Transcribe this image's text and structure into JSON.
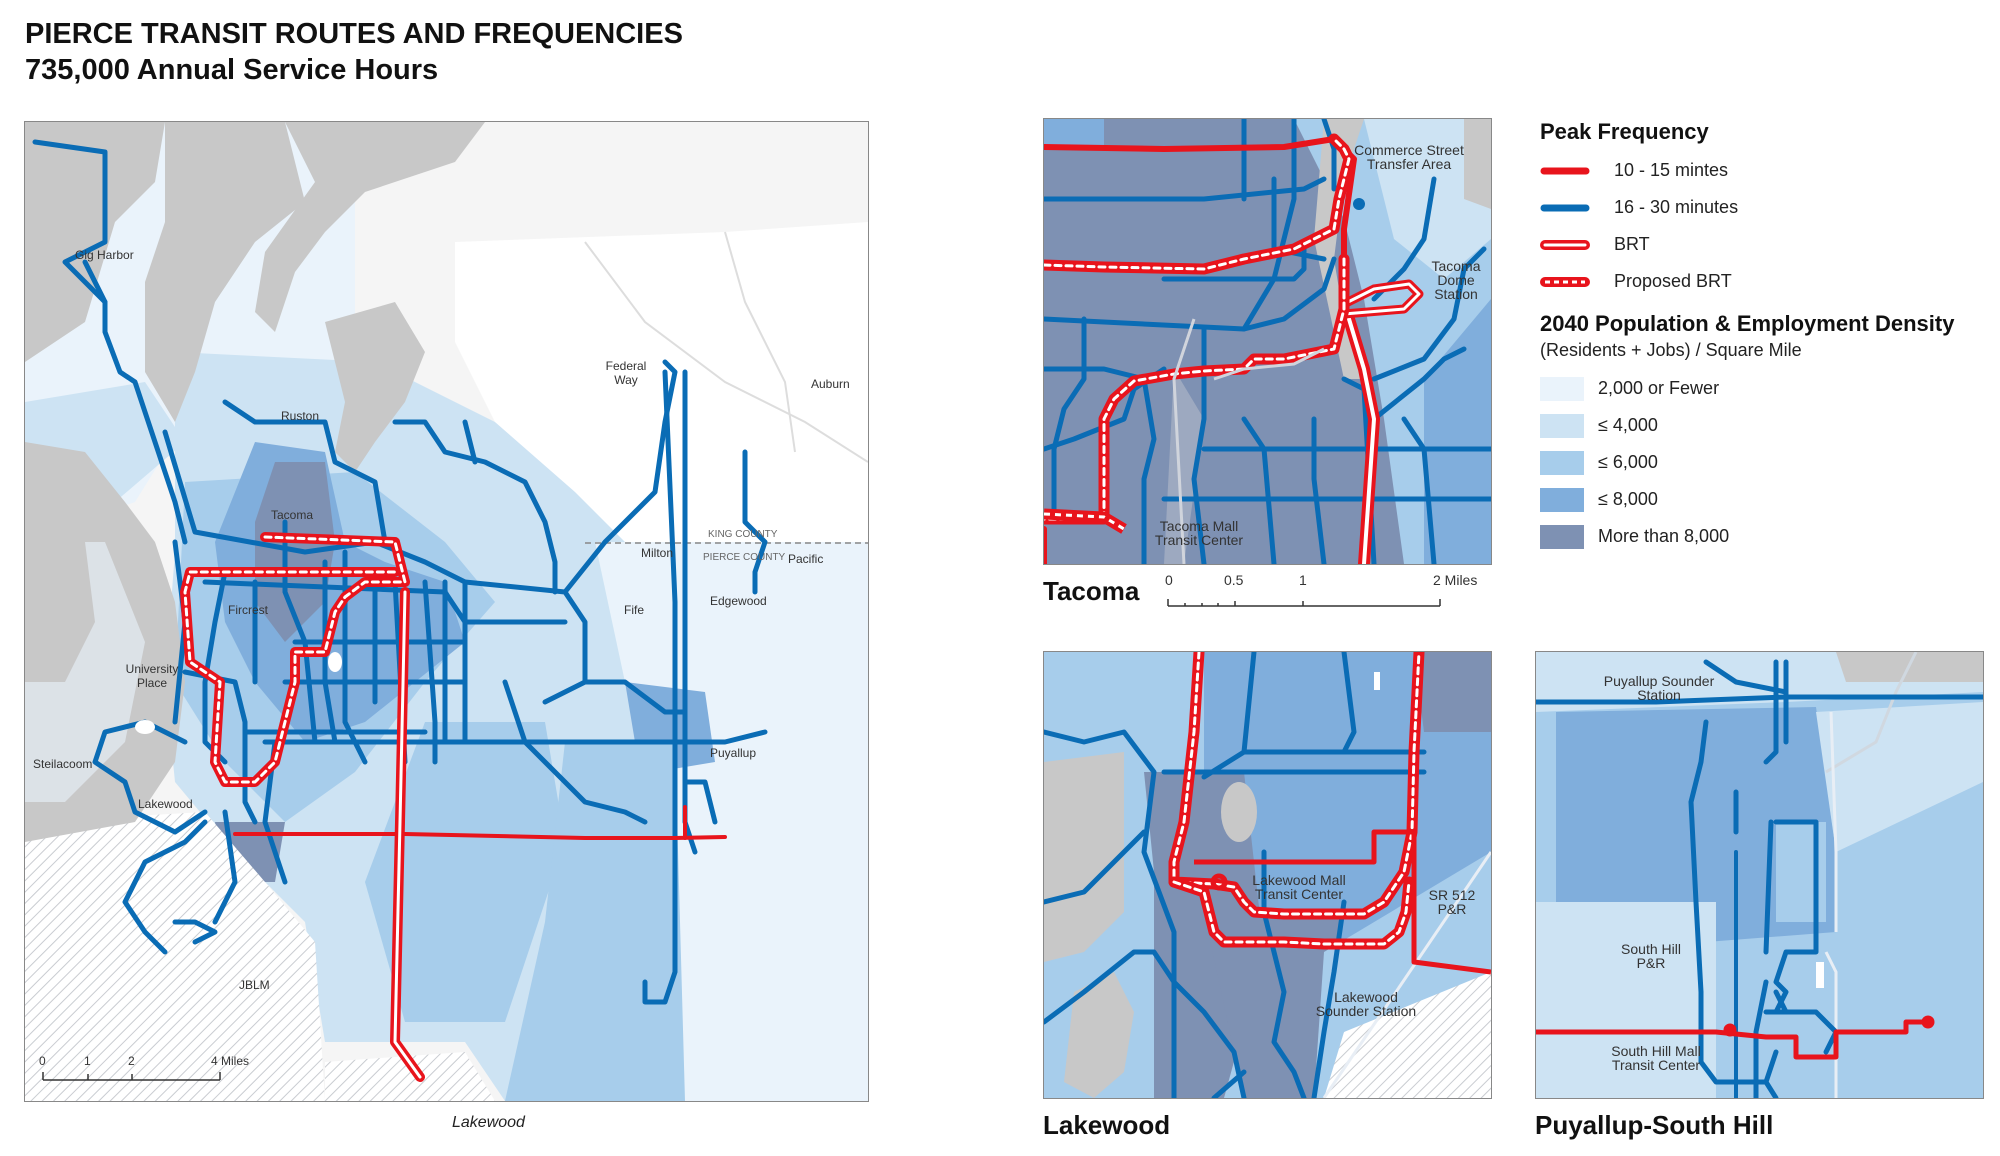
{
  "header": {
    "title": "PIERCE TRANSIT ROUTES AND FREQUENCIES",
    "subtitle": "735,000 Annual Service Hours"
  },
  "main_map": {
    "place_labels": {
      "gig_harbor": "Gig Harbor",
      "ruston": "Ruston",
      "tacoma": "Tacoma",
      "federal_way": "Federal Way",
      "auburn": "Auburn",
      "king_county": "KING COUNTY",
      "pierce_county": "PIERCE COUNTY",
      "milton": "Milton",
      "pacific": "Pacific",
      "fircrest": "Fircrest",
      "fife": "Fife",
      "edgewood": "Edgewood",
      "university_place": "University Place",
      "steilacoom": "Steilacoom",
      "puyallup": "Puyallup",
      "lakewood": "Lakewood",
      "jblm": "JBLM"
    },
    "scale": {
      "t0": "0",
      "t1": "1",
      "t2": "2",
      "t4": "4 Miles"
    },
    "caption": "Lakewood"
  },
  "tacoma_inset": {
    "title": "Tacoma",
    "labels": {
      "commerce": "Commerce Street Transfer Area",
      "dome": "Tacoma Dome Station",
      "mall": "Tacoma Mall Transit Center"
    },
    "scale": {
      "t0": "0",
      "t1": "0.5",
      "t2": "1",
      "t3": "2 Miles"
    }
  },
  "lakewood_inset": {
    "title": "Lakewood",
    "labels": {
      "mall": "Lakewood Mall Transit Center",
      "sr512": "SR 512 P&R",
      "sounder": "Lakewood Sounder Station"
    }
  },
  "puyallup_inset": {
    "title": "Puyallup-South Hill",
    "labels": {
      "sounder": "Puyallup Sounder Station",
      "pr": "South Hill P&R",
      "mall": "South Hill Mall Transit Center"
    }
  },
  "legend": {
    "peak_title": "Peak Frequency",
    "items": [
      {
        "label": "10 - 15 mintes",
        "style": "frequent",
        "color": "#e8141c"
      },
      {
        "label": "16 - 30 minutes",
        "style": "standard",
        "color": "#0a6cb5"
      },
      {
        "label": "BRT",
        "style": "brt",
        "color": "#e8141c"
      },
      {
        "label": "Proposed BRT",
        "style": "proposed-brt",
        "color": "#e8141c"
      }
    ],
    "density_title": "2040 Population & Employment Density",
    "density_sub": "(Residents + Jobs) / Square Mile",
    "density": [
      {
        "label": "2,000 or Fewer",
        "color": "#eaf3fb"
      },
      {
        "label": "≤ 4,000",
        "color": "#cde3f3"
      },
      {
        "label": "≤ 6,000",
        "color": "#a7cdeb"
      },
      {
        "label": "≤ 8,000",
        "color": "#80aedc"
      },
      {
        "label": "More than 8,000",
        "color": "#7e91b3"
      }
    ]
  }
}
